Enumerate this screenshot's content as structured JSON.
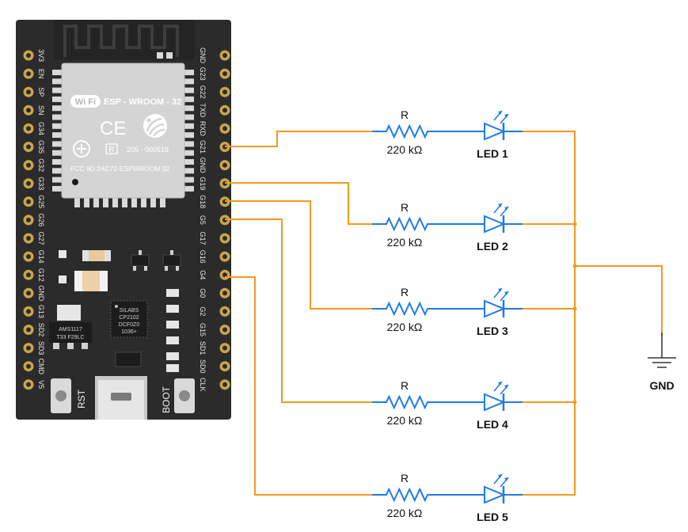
{
  "board": {
    "module_wifi_badge": "Wi Fi",
    "module_name": "ESP - WROOM - 32",
    "module_ce": "CE",
    "module_r_mark": "R",
    "module_cert": "205 - 000519",
    "module_fcc": "FCC 9D:2AC72-ESPWROOM 32",
    "ldo_chip": [
      "AMS1117",
      "T33 F29LC"
    ],
    "usb_chip": [
      "SILABS",
      "CP2102",
      "DCF0Z0",
      "1036+"
    ],
    "rst_label": "RST",
    "boot_label": "BOOT",
    "left_pins": [
      "3V3",
      "EN",
      "SP",
      "SN",
      "G34",
      "G35",
      "G32",
      "G33",
      "G25",
      "G26",
      "G27",
      "G14",
      "G12",
      "GND",
      "G13",
      "SD2",
      "SD3",
      "CMD",
      "V5"
    ],
    "right_pins": [
      "GND",
      "G23",
      "G22",
      "TXD",
      "RXD",
      "G21",
      "GND",
      "G19",
      "G18",
      "G5",
      "G17",
      "G16",
      "G4",
      "G0",
      "G2",
      "G15",
      "SD1",
      "SD0",
      "CLK"
    ]
  },
  "branches": [
    {
      "resistor_name": "R",
      "resistor_value": "220 kΩ",
      "led_label": "LED 1"
    },
    {
      "resistor_name": "R",
      "resistor_value": "220 kΩ",
      "led_label": "LED 2"
    },
    {
      "resistor_name": "R",
      "resistor_value": "220 kΩ",
      "led_label": "LED 3"
    },
    {
      "resistor_name": "R",
      "resistor_value": "220 kΩ",
      "led_label": "LED 4"
    },
    {
      "resistor_name": "R",
      "resistor_value": "220 kΩ",
      "led_label": "LED 5"
    }
  ],
  "ground": {
    "label": "GND"
  },
  "colors": {
    "wire": "#f39a1e",
    "led": "#1f7be8",
    "resistor": "#1f7be8",
    "board": "#2b2b2b",
    "module": "#d4d4d4",
    "pin_ring": "#c9a64a"
  }
}
